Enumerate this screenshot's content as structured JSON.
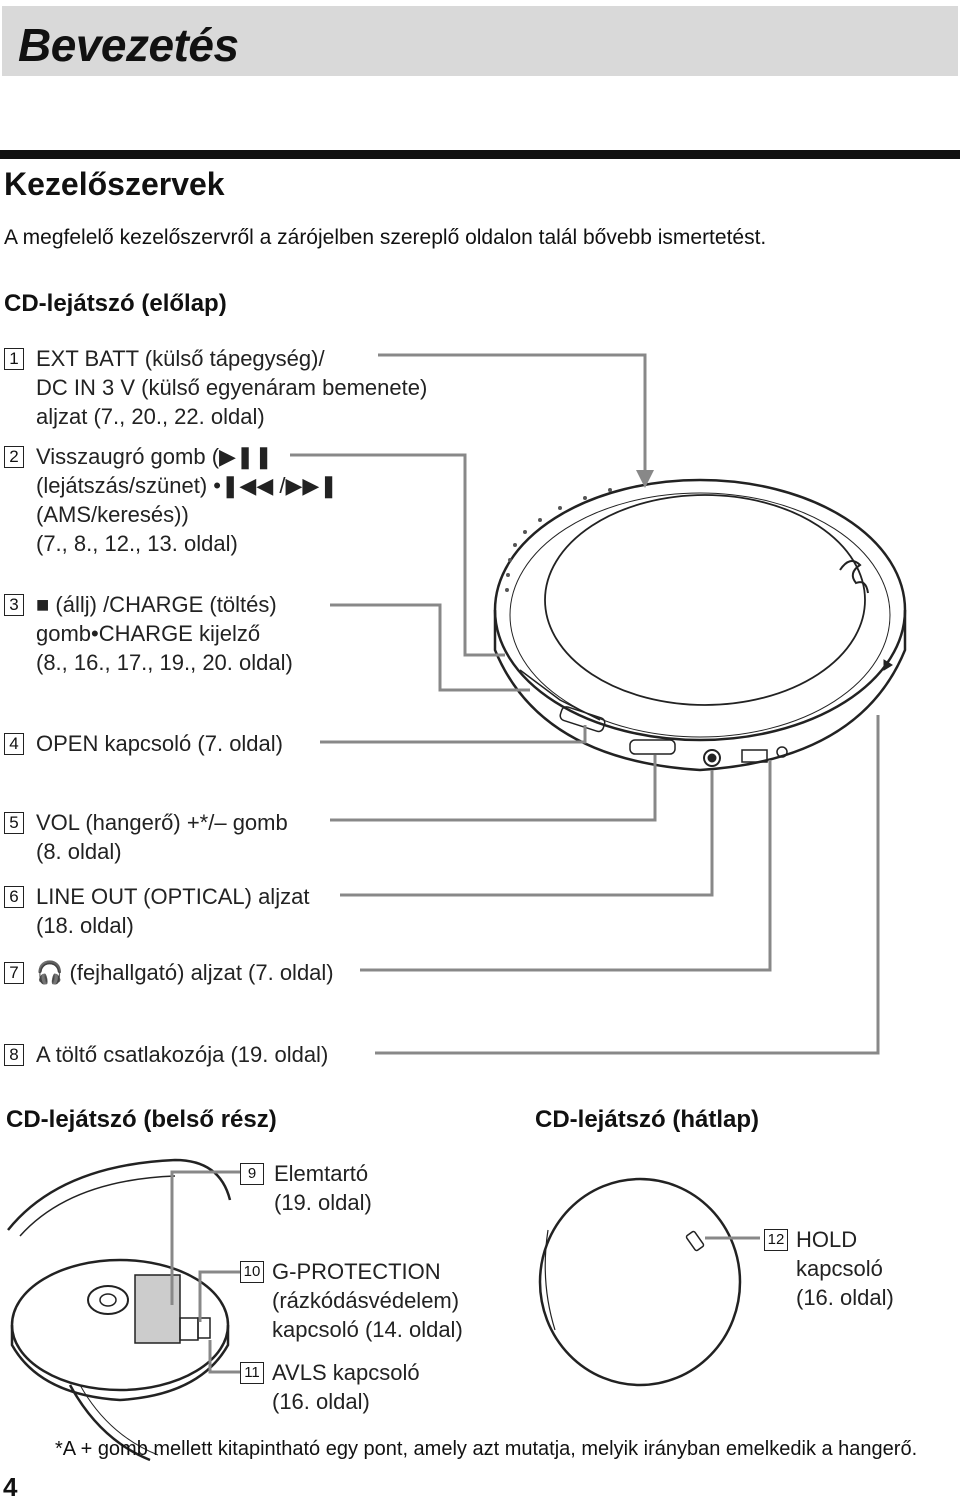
{
  "header": {
    "title": "Bevezetés"
  },
  "section": {
    "title": "Kezelőszervek",
    "intro": "A megfelelő kezelőszervről a zárójelben szereplő oldalon talál bővebb ismertetést."
  },
  "front": {
    "heading": "CD-lejátszó (előlap)",
    "items": [
      {
        "num": "1",
        "lines": [
          "EXT BATT (külső tápegység)/",
          "DC IN 3 V (külső egyenáram bemenete)",
          "aljzat (7., 20., 22. oldal)"
        ]
      },
      {
        "num": "2",
        "lines": [
          "Visszaugró gomb (▶❚❚",
          "(lejátszás/szünet) •❚◀◀ /▶▶❚",
          "(AMS/keresés))",
          "(7., 8., 12., 13. oldal)"
        ]
      },
      {
        "num": "3",
        "lines": [
          "■ (állj) /CHARGE (töltés)",
          "gomb•CHARGE kijelző",
          "(8., 16., 17., 19., 20. oldal)"
        ]
      },
      {
        "num": "4",
        "lines": [
          "OPEN kapcsoló (7. oldal)"
        ]
      },
      {
        "num": "5",
        "lines": [
          "VOL (hangerő) +*/– gomb",
          "(8. oldal)"
        ]
      },
      {
        "num": "6",
        "lines": [
          "LINE OUT (OPTICAL) aljzat",
          "(18. oldal)"
        ]
      },
      {
        "num": "7",
        "lines": [
          "🎧 (fejhallgató) aljzat (7. oldal)"
        ]
      },
      {
        "num": "8",
        "lines": [
          "A töltő csatlakozója (19. oldal)"
        ]
      }
    ]
  },
  "inside": {
    "heading": "CD-lejátszó (belső rész)",
    "items": [
      {
        "num": "9",
        "lines": [
          "Elemtartó",
          "(19. oldal)"
        ]
      },
      {
        "num": "10",
        "lines": [
          "G-PROTECTION",
          "(rázkódásvédelem)",
          "kapcsoló (14. oldal)"
        ]
      },
      {
        "num": "11",
        "lines": [
          "AVLS kapcsoló",
          "(16. oldal)"
        ]
      }
    ]
  },
  "back": {
    "heading": "CD-lejátszó (hátlap)",
    "items": [
      {
        "num": "12",
        "lines": [
          "HOLD",
          "kapcsoló",
          "(16. oldal)"
        ]
      }
    ]
  },
  "footnote": "*A + gomb mellett kitapintható egy pont, amely azt mutatja, melyik irányban emelkedik a hangerő.",
  "page_number": "4",
  "colors": {
    "title_bar": "#d9d9d9",
    "callout_line": "#888888",
    "text": "#111111"
  }
}
